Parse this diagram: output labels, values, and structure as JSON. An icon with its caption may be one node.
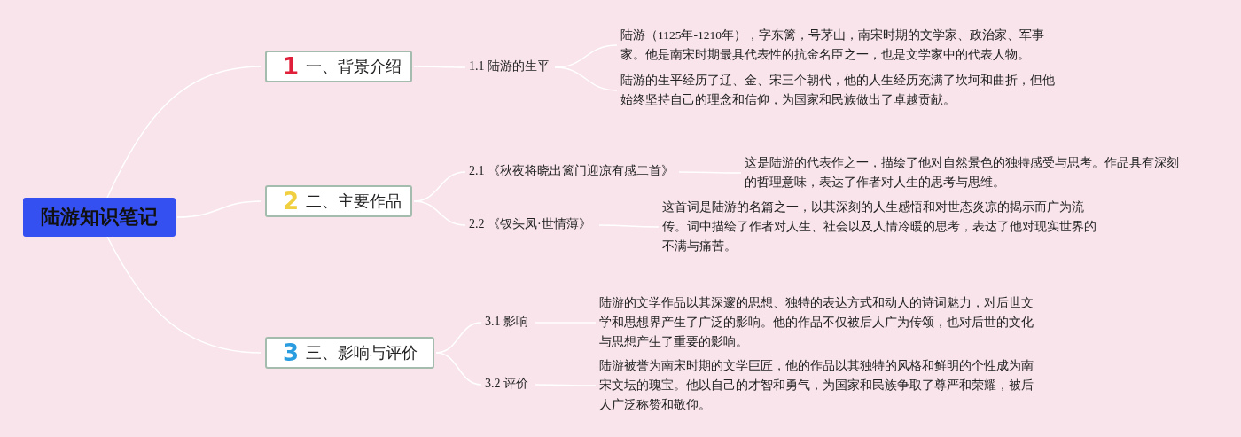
{
  "diagram": {
    "nodes": [
      {
        "text": [
          "陆游知识笔记"
        ]
      },
      {
        "text": [
          "1",
          "一、背景介绍"
        ]
      },
      {
        "text": [
          "1.1 陆游的生平"
        ]
      },
      {
        "text": [
          "陆游（1125年-1210年），字东篱，号茅山，南宋时期的文学家、政治家、军事家。他是南宋时期最具代表性的抗金名臣之一，也是文学家中的代表人物。"
        ]
      },
      {
        "text": [
          "陆游的生平经历了辽、金、宋三个朝代，他的人生经历充满了坎坷和曲折，但他始终坚持自己的理念和信仰，为国家和民族做出了卓越贡献。"
        ]
      },
      {
        "text": [
          "2",
          "二、主要作品"
        ]
      },
      {
        "text": [
          "2.1 《秋夜将晓出篱门迎凉有感二首》"
        ]
      },
      {
        "text": [
          "这是陆游的代表作之一，描绘了他对自然景色的独特感受与思考。作品具有深刻的哲理意味，表达了作者对人生的思考与思维。"
        ]
      },
      {
        "text": [
          "2.2 《钗头凤·世情薄》"
        ]
      },
      {
        "text": [
          "这首词是陆游的名篇之一，以其深刻的人生感悟和对世态炎凉的揭示而广为流传。词中描绘了作者对人生、社会以及人情冷暖的思考，表达了他对现实世界的不满与痛苦。"
        ]
      },
      {
        "text": [
          "3",
          "三、影响与评价"
        ]
      },
      {
        "text": [
          "3.1 影响"
        ]
      },
      {
        "text": [
          "陆游的文学作品以其深邃的思想、独特的表达方式和动人的诗词魅力，对后世文学和思想界产生了广泛的影响。他的作品不仅被后人广为传颂，也对后世的文化与思想产生了重要的影响。"
        ]
      },
      {
        "text": [
          "3.2 评价"
        ]
      },
      {
        "text": [
          "陆游被誉为南宋时期的文学巨匠，他的作品以其独特的风格和鲜明的个性成为南宋文坛的瑰宝。他以自己的才智和勇气，为国家和民族争取了尊严和荣耀，被后人广泛称赞和敬仰。"
        ]
      }
    ],
    "edges": [
      {
        "from": 0,
        "to": 1,
        "arrow": "none"
      },
      {
        "from": 0,
        "to": 5,
        "arrow": "none"
      },
      {
        "from": 0,
        "to": 10,
        "arrow": "none"
      },
      {
        "from": 1,
        "to": 2,
        "arrow": "none"
      },
      {
        "from": 2,
        "to": 3,
        "arrow": "none"
      },
      {
        "from": 2,
        "to": 4,
        "arrow": "none"
      },
      {
        "from": 5,
        "to": 6,
        "arrow": "none"
      },
      {
        "from": 5,
        "to": 8,
        "arrow": "none"
      },
      {
        "from": 6,
        "to": 7,
        "arrow": "none"
      },
      {
        "from": 8,
        "to": 9,
        "arrow": "none"
      },
      {
        "from": 10,
        "to": 11,
        "arrow": "none"
      },
      {
        "from": 10,
        "to": 13,
        "arrow": "none"
      },
      {
        "from": 11,
        "to": 12,
        "arrow": "none"
      },
      {
        "from": 13,
        "to": 14,
        "arrow": "none"
      }
    ]
  }
}
